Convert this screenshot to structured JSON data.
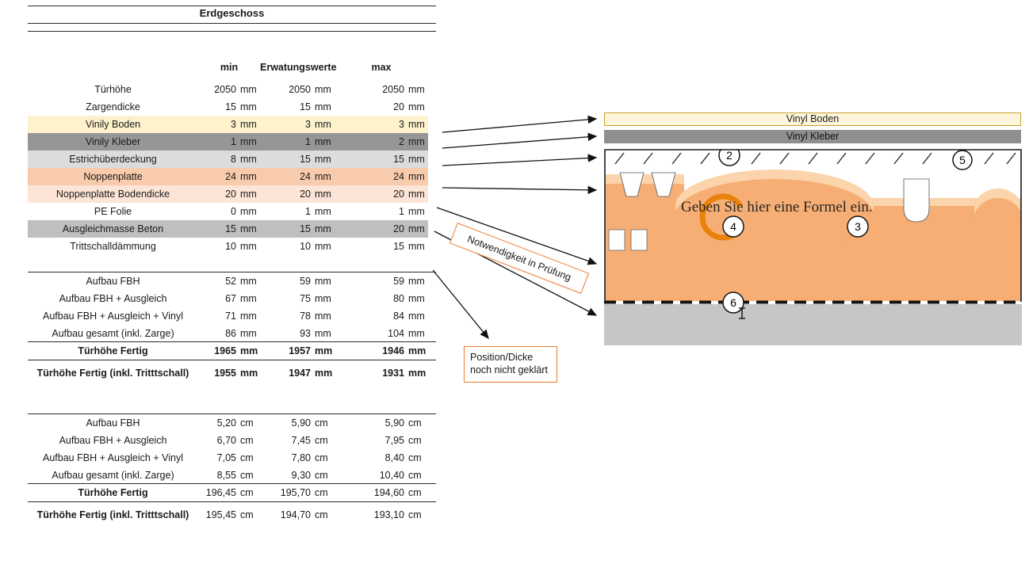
{
  "header": {
    "title": "Erdgeschoss"
  },
  "table": {
    "columns": {
      "min": "min",
      "expected": "Erwatungswerte",
      "max": "max"
    },
    "sections": [
      {
        "unit": "mm",
        "rows": [
          {
            "label": "Türhöhe",
            "min": "2050",
            "exp": "2050",
            "max": "2050"
          },
          {
            "label": "Zargendicke",
            "min": "15",
            "exp": "15",
            "max": "20"
          },
          {
            "label": "Vinily Boden",
            "min": "3",
            "exp": "3",
            "max": "3",
            "bg": "#fdf2cc"
          },
          {
            "label": "Vinily Kleber",
            "min": "1",
            "exp": "1",
            "max": "2",
            "bg": "#969696"
          },
          {
            "label": "Estrichüberdeckung",
            "min": "8",
            "exp": "15",
            "max": "15",
            "bg": "#dcdcdc"
          },
          {
            "label": "Noppenplatte",
            "min": "24",
            "exp": "24",
            "max": "24",
            "bg": "#f8cbad"
          },
          {
            "label": "Noppenplatte Bodendicke",
            "min": "20",
            "exp": "20",
            "max": "20",
            "bg": "#fce4d6"
          },
          {
            "label": "PE Folie",
            "min": "0",
            "exp": "1",
            "max": "1"
          },
          {
            "label": "Ausgleichmasse Beton",
            "min": "15",
            "exp": "15",
            "max": "20",
            "bg": "#bfbfbf"
          },
          {
            "label": "Trittschalldämmung",
            "min": "10",
            "exp": "10",
            "max": "15"
          }
        ]
      },
      {
        "unit": "mm",
        "rows": [
          {
            "label": "Aufbau FBH",
            "min": "52",
            "exp": "59",
            "max": "59"
          },
          {
            "label": "Aufbau FBH + Ausgleich",
            "min": "67",
            "exp": "75",
            "max": "80"
          },
          {
            "label": "Aufbau FBH + Ausgleich + Vinyl",
            "min": "71",
            "exp": "78",
            "max": "84"
          },
          {
            "label": "Aufbau gesamt (inkl. Zarge)",
            "min": "86",
            "exp": "93",
            "max": "104"
          },
          {
            "label": "Türhöhe Fertig",
            "min": "1965",
            "exp": "1957",
            "max": "1946",
            "bold": true,
            "valuesBold": true
          },
          {
            "label": "Türhöhe Fertig (inkl. Tritttschall)",
            "min": "1955",
            "exp": "1947",
            "max": "1931",
            "bold": true,
            "valuesBold": true,
            "tall": true
          }
        ]
      },
      {
        "unit": "cm",
        "rows": [
          {
            "label": "Aufbau FBH",
            "min": "5,20",
            "exp": "5,90",
            "max": "5,90"
          },
          {
            "label": "Aufbau FBH + Ausgleich",
            "min": "6,70",
            "exp": "7,45",
            "max": "7,95"
          },
          {
            "label": "Aufbau FBH + Ausgleich + Vinyl",
            "min": "7,05",
            "exp": "7,80",
            "max": "8,40"
          },
          {
            "label": "Aufbau gesamt (inkl. Zarge)",
            "min": "8,55",
            "exp": "9,30",
            "max": "10,40"
          },
          {
            "label": "Türhöhe Fertig",
            "min": "196,45",
            "exp": "195,70",
            "max": "194,60",
            "bold": true
          },
          {
            "label": "Türhöhe Fertig (inkl. Tritttschall)",
            "min": "195,45",
            "exp": "194,70",
            "max": "193,10",
            "bold": true,
            "tall": true
          }
        ]
      }
    ]
  },
  "diagram": {
    "vinyl_boden_label": "Vinyl Boden",
    "vinyl_kleber_label": "Vinyl Kleber",
    "formula_text": "Geben Sie hier eine Formel ein.",
    "callouts": {
      "c2": "2",
      "c3": "3",
      "c4": "4",
      "c5": "5",
      "c6": "6"
    },
    "colors": {
      "noppen_orange": "#f6ae74",
      "noppen_light": "#fbd4ab",
      "accent_orange": "#ed7d31",
      "ring_orange": "#e8820c",
      "boden_border": "#c9a02b",
      "kleber_gray": "#8f8f8f",
      "beton_gray": "#c6c6c6"
    }
  },
  "annotations": {
    "pruefung_note": "Notwendigkeit in Prüfung",
    "position_note": "Position/Dicke noch nicht geklärt"
  }
}
